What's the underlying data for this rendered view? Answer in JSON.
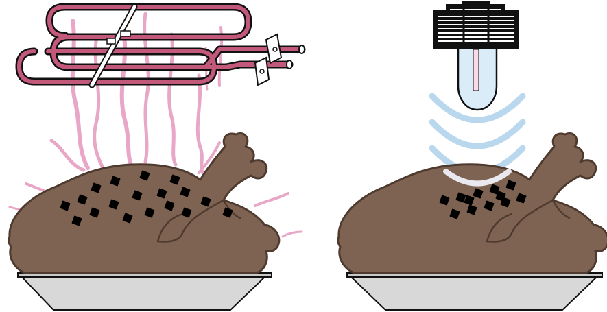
{
  "panels": [
    {
      "id": "conventional-heating",
      "heat_source": "electric-heating-element",
      "heat_pattern": "radiant-heat-waves",
      "heated_spots": 18
    },
    {
      "id": "focused-heating",
      "heat_source": "focused-emitter-lamp",
      "heat_pattern": "concentric-arc-waves",
      "heated_spots": 12
    }
  ],
  "colors": {
    "food": "#7f6352",
    "food_outline": "#4e3a2e",
    "heat_spot": "#e0268c",
    "heat_spot_border": "#f3c2de",
    "radiant_heat": "#e8a7c7",
    "element_tube": "#c2587a",
    "emitter_wave": "#b9d8ee",
    "emitter_glass": "#d9ecf8",
    "tray": "#d8d8d8",
    "outline": "#111111"
  },
  "icons": [
    "heating-element-icon",
    "emitter-lamp-icon",
    "roast-chicken-icon",
    "tray-icon"
  ]
}
